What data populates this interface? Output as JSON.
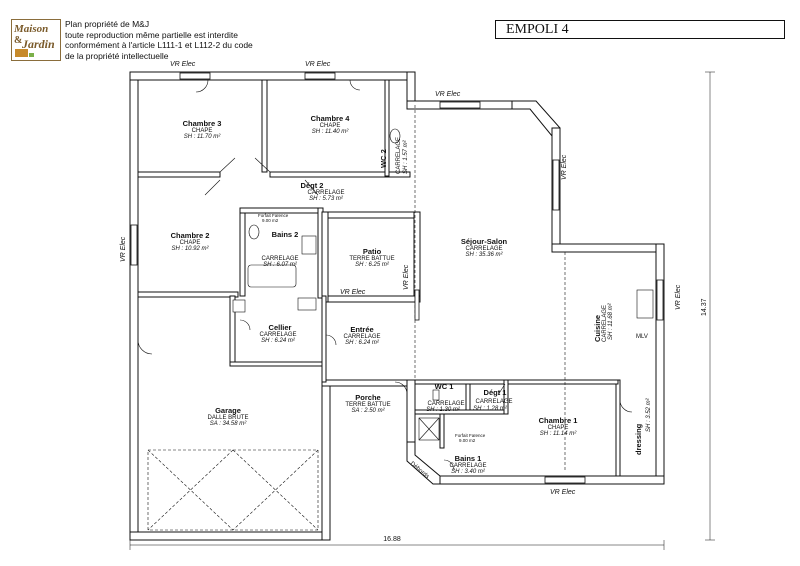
{
  "header": {
    "logo_text_1": "Maison",
    "logo_amp": "&",
    "logo_text_2": "Jardin",
    "copyright_lines": [
      "Plan propriété de M&J",
      "toute reproduction même partielle est interdite",
      "conformément à l'article L111-1 et L112-2 du code",
      "de la propriété intellectuelle"
    ],
    "title": "EMPOLI 4"
  },
  "rooms": [
    {
      "name": "Chambre 3",
      "material": "CHAPE",
      "surface": "SH : 11.70 m²"
    },
    {
      "name": "Chambre 4",
      "material": "CHAPE",
      "surface": "SH : 11.40 m²"
    },
    {
      "name": "WC 2",
      "material": "CARRELAGE",
      "surface": "SH : 1.57 m²"
    },
    {
      "name": "Dégt 2",
      "material": "CARRELAGE",
      "surface": "SH : 5.73 m²"
    },
    {
      "name": "Chambre 2",
      "material": "CHAPE",
      "surface": "SH : 10.92 m²"
    },
    {
      "name": "Bains 2",
      "material": "CARRELAGE",
      "surface": "SH : 6.07 m²"
    },
    {
      "name": "Patio",
      "material": "TERRE BATTUE",
      "surface": "SH : 6.25 m²"
    },
    {
      "name": "Séjour-Salon",
      "material": "CARRELAGE",
      "surface": "SH : 35.36 m²"
    },
    {
      "name": "Cuisine",
      "material": "CARRELAGE",
      "surface": "SH : 11.68 m²"
    },
    {
      "name": "Cellier",
      "material": "CARRELAGE",
      "surface": "SH : 6.24 m²"
    },
    {
      "name": "Entrée",
      "material": "CARRELAGE",
      "surface": "SH : 6.24 m²"
    },
    {
      "name": "Garage",
      "material": "DALLE BRUTE",
      "surface": "SA : 34.58 m²"
    },
    {
      "name": "Porche",
      "material": "TERRE BATTUE",
      "surface": "SA : 2.50 m²"
    },
    {
      "name": "WC 1",
      "material": "CARRELAGE",
      "surface": "SH : 1.30 m²"
    },
    {
      "name": "Dégt 1",
      "material": "CARRELAGE",
      "surface": "SH : 1.28 m²"
    },
    {
      "name": "Chambre 1",
      "material": "CHAPE",
      "surface": "SH : 11.14 m²"
    },
    {
      "name": "dressing",
      "material": "",
      "surface": "SH : 3.52 m²"
    },
    {
      "name": "Bains 1",
      "material": "CARRELAGE",
      "surface": "SH : 3.40 m²"
    }
  ],
  "annotations": {
    "vr_elec": "VR Elec",
    "forfait_faience": "Forfait Faïence",
    "faience_area": "9.00 m2",
    "mlv": "MLV",
    "debords": "Débords"
  },
  "dimensions": {
    "width": "16.88",
    "height": "14.37"
  }
}
